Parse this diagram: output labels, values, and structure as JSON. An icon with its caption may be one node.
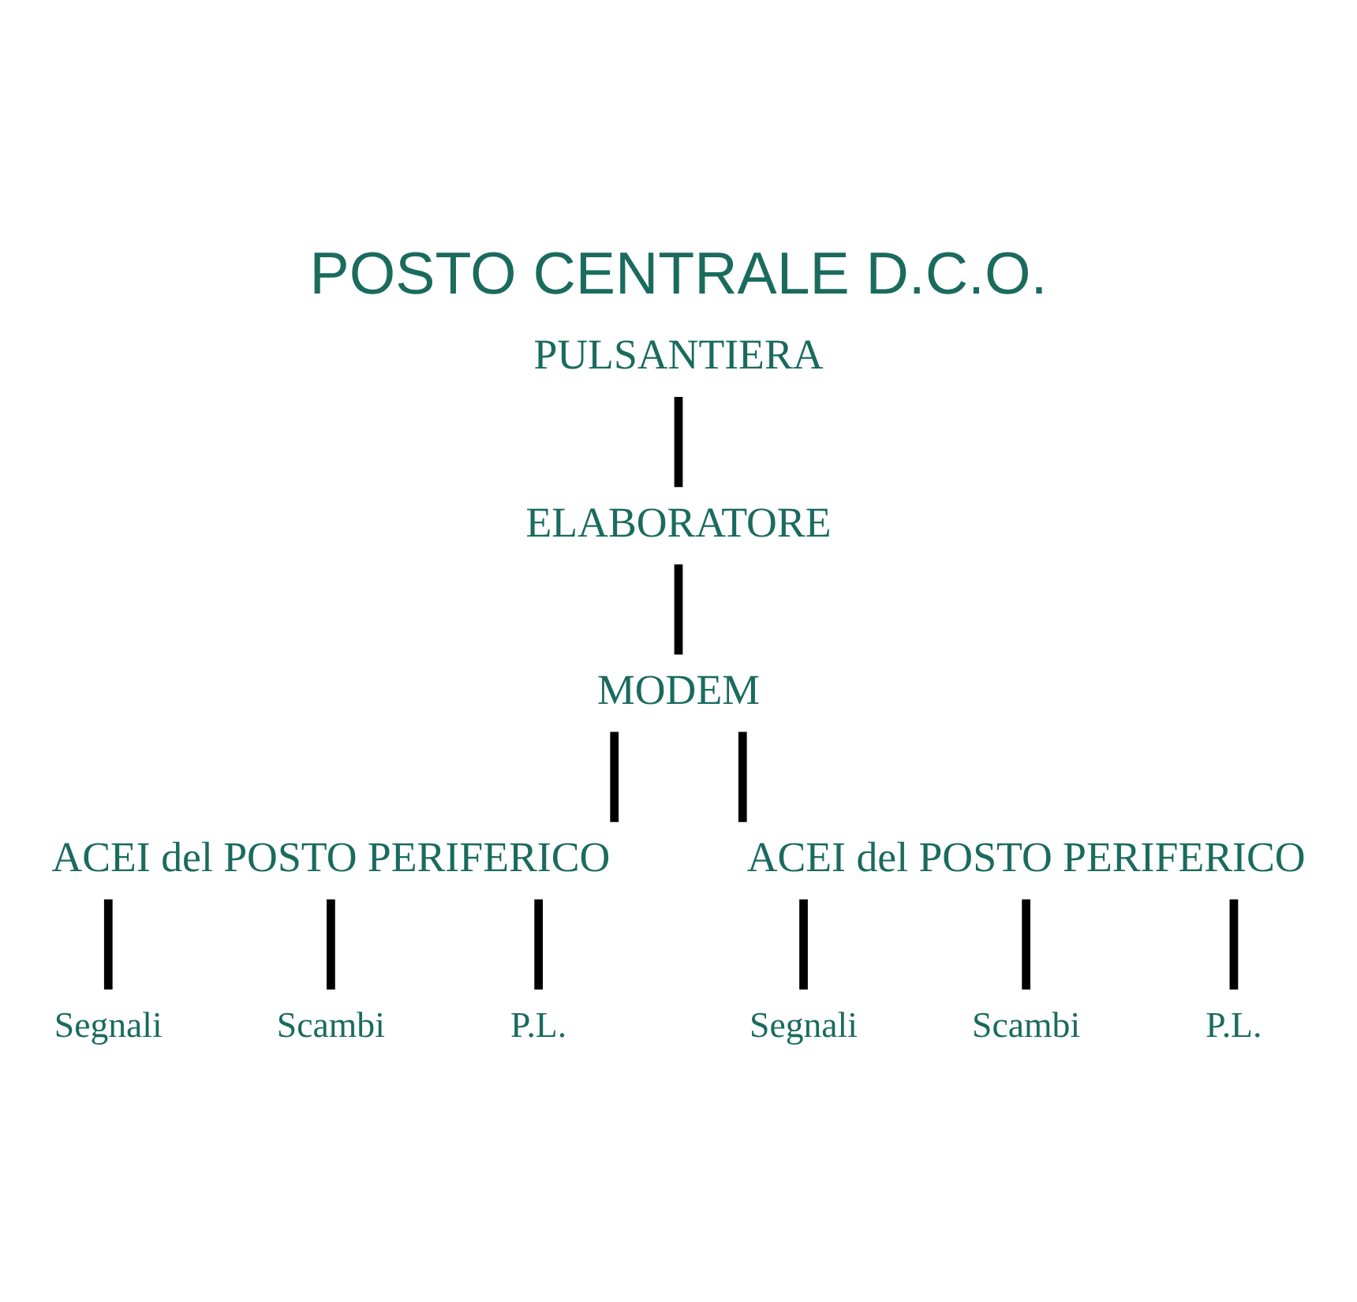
{
  "diagram": {
    "title": "POSTO CENTRALE D.C.O.",
    "nodes": [
      {
        "text": [
          "PULSANTIERA"
        ]
      },
      {
        "text": [
          "ELABORATORE"
        ]
      },
      {
        "text": [
          "MODEM"
        ]
      },
      {
        "text": [
          "ACEI del POSTO PERIFERICO"
        ]
      },
      {
        "text": [
          "ACEI del POSTO PERIFERICO"
        ]
      },
      {
        "text": [
          "Segnali"
        ]
      },
      {
        "text": [
          "Scambi"
        ]
      },
      {
        "text": [
          "P.L."
        ]
      },
      {
        "text": [
          "Segnali"
        ]
      },
      {
        "text": [
          "Scambi"
        ]
      },
      {
        "text": [
          "P.L."
        ]
      }
    ],
    "edges": [
      {
        "from": 0,
        "to": 1,
        "arrow": "none"
      },
      {
        "from": 1,
        "to": 2,
        "arrow": "none"
      },
      {
        "from": 2,
        "to": 3,
        "arrow": "none"
      },
      {
        "from": 2,
        "to": 4,
        "arrow": "none"
      },
      {
        "from": 3,
        "to": 5,
        "arrow": "none"
      },
      {
        "from": 3,
        "to": 6,
        "arrow": "none"
      },
      {
        "from": 3,
        "to": 7,
        "arrow": "none"
      },
      {
        "from": 4,
        "to": 8,
        "arrow": "none"
      },
      {
        "from": 4,
        "to": 9,
        "arrow": "none"
      },
      {
        "from": 4,
        "to": 10,
        "arrow": "none"
      }
    ]
  }
}
